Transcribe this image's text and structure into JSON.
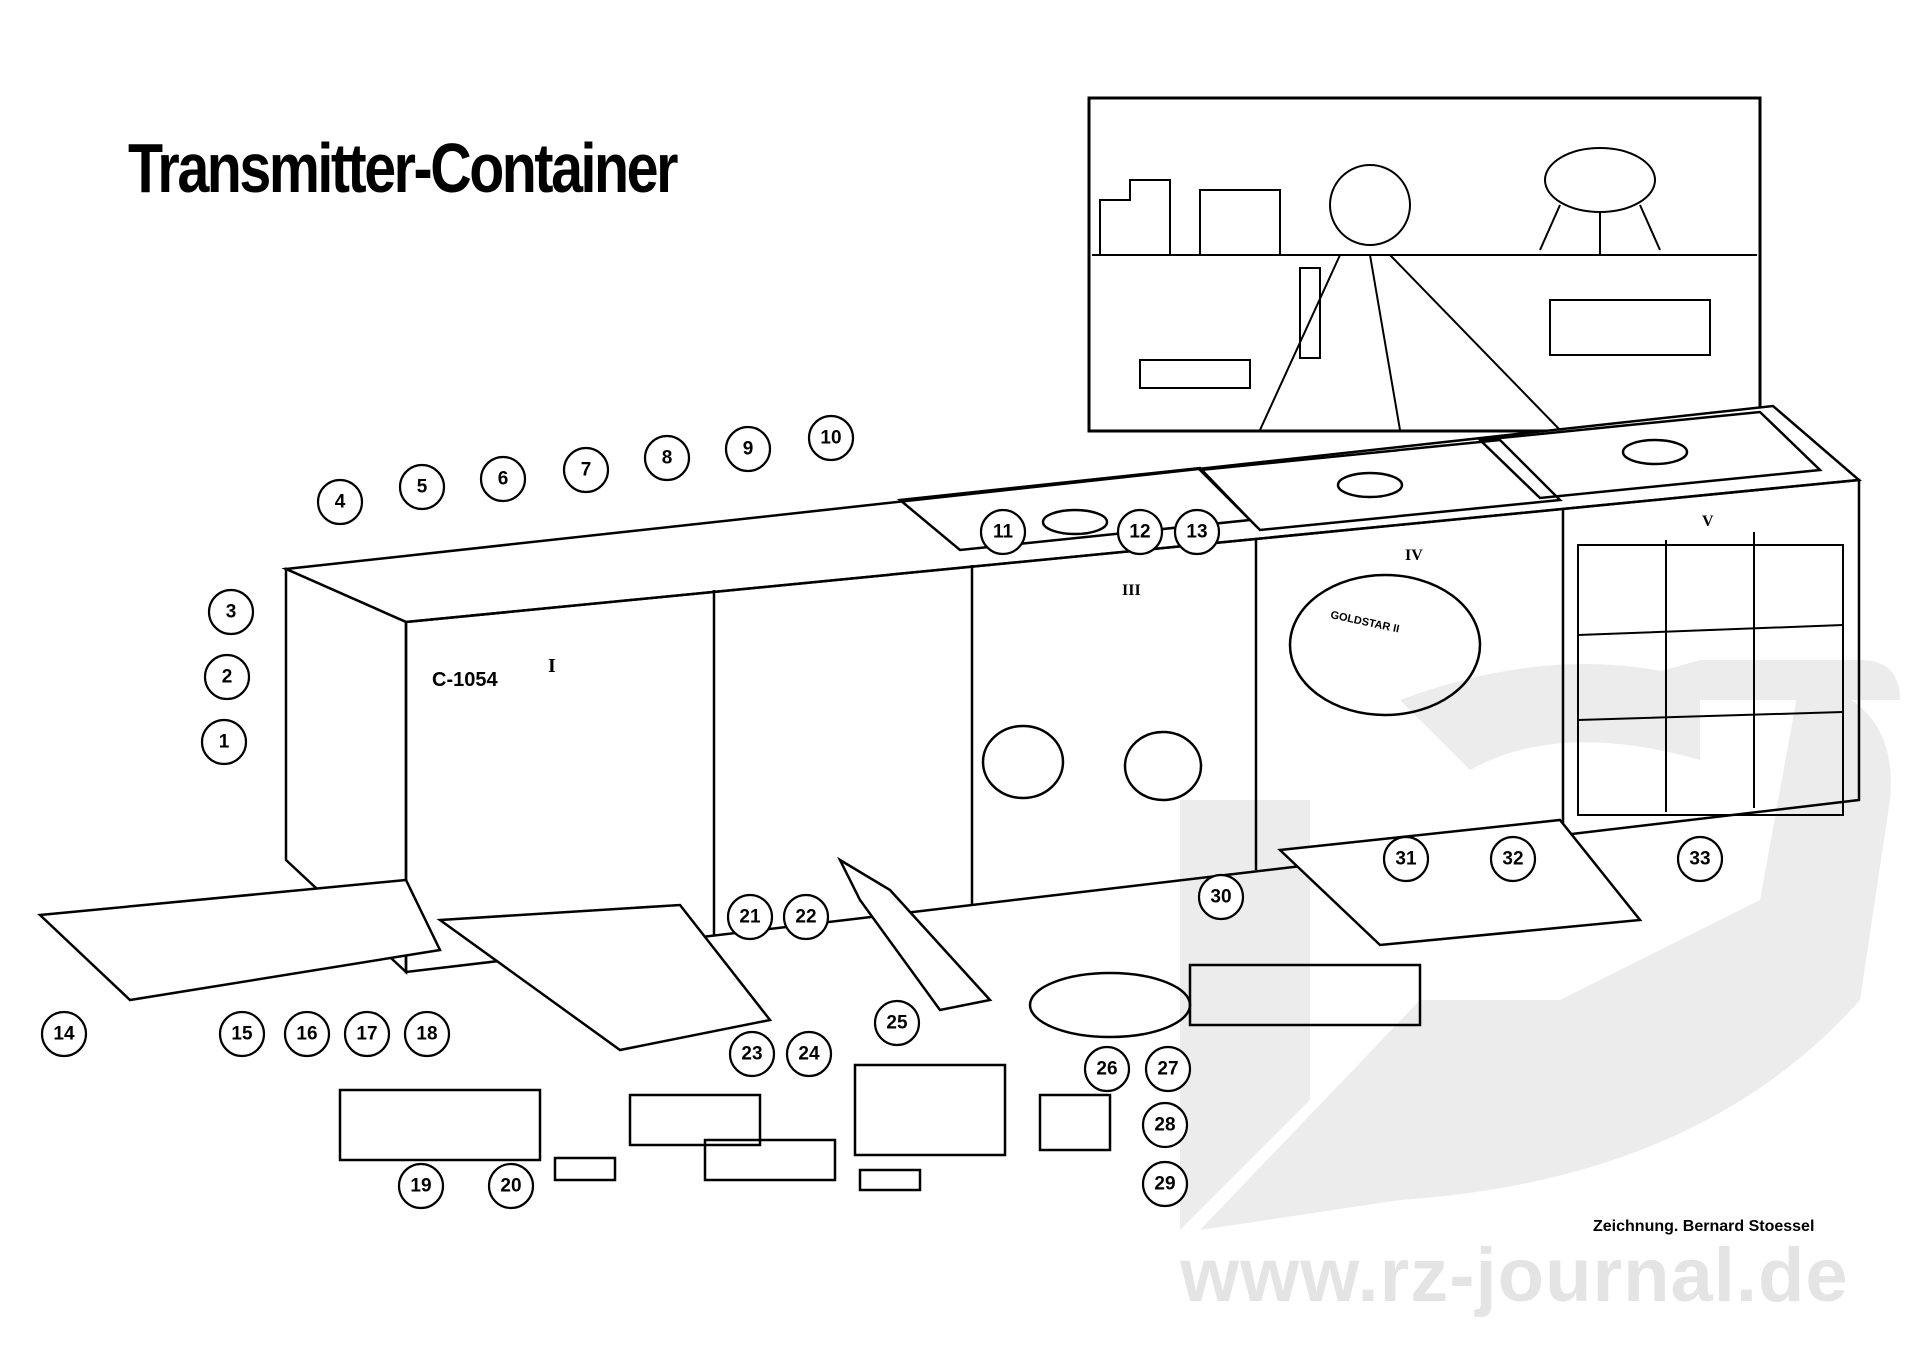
{
  "title": "Transmitter-Container",
  "credit": "Zeichnung. Bernard Stoessel",
  "watermark": "www.rz-journal.de",
  "drawing_text": {
    "container_id": "C-1054",
    "section_1": "I",
    "section_3": "III",
    "section_4": "IV",
    "section_5": "V",
    "ship_name": "GOLDSTAR II"
  },
  "callouts": [
    "1",
    "2",
    "3",
    "4",
    "5",
    "6",
    "7",
    "8",
    "9",
    "10",
    "11",
    "12",
    "13",
    "14",
    "15",
    "16",
    "17",
    "18",
    "19",
    "20",
    "21",
    "22",
    "23",
    "24",
    "25",
    "26",
    "27",
    "28",
    "29",
    "30",
    "31",
    "32",
    "33"
  ],
  "colors": {
    "ink": "#000000",
    "watermark": "#e4e4e4"
  }
}
